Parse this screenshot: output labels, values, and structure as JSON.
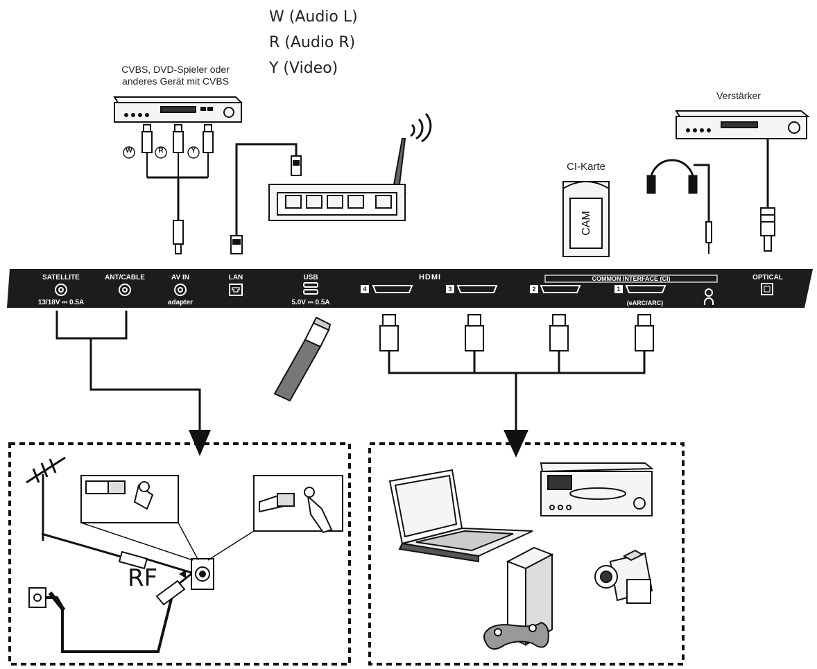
{
  "av_legend": [
    "W (Audio L)",
    "R (Audio R)",
    "Y (Video)"
  ],
  "cvbs_caption": [
    "CVBS, DVD-Spieler oder",
    "anderes Gerät mit CVBS"
  ],
  "amplifier_caption": "Verstärker",
  "ci_card_caption": "CI-Karte",
  "cam_label": "CAM",
  "rca_markers": [
    "W",
    "R",
    "Y"
  ],
  "rf_label": "RF",
  "panel": {
    "satellite": {
      "label": "SATELLITE",
      "sub": "13/18V ⎓ 0.5A"
    },
    "ant_cable": {
      "label": "ANT/CABLE"
    },
    "av_in": {
      "label": "AV IN",
      "sub": "adapter"
    },
    "lan": {
      "label": "LAN"
    },
    "usb": {
      "label": "USB",
      "sub": "5.0V ⎓ 0.5A"
    },
    "hdmi_logo": "HDMI",
    "hdmi_ports": [
      "4",
      "3",
      "2",
      "1"
    ],
    "earc": "(eARC/ARC)",
    "common_interface": "COMMON INTERFACE (CI)",
    "optical": {
      "label": "OPTICAL"
    }
  },
  "colors": {
    "panel": "#1c1c1c",
    "line": "#111111",
    "device": "#f2f2f2"
  }
}
